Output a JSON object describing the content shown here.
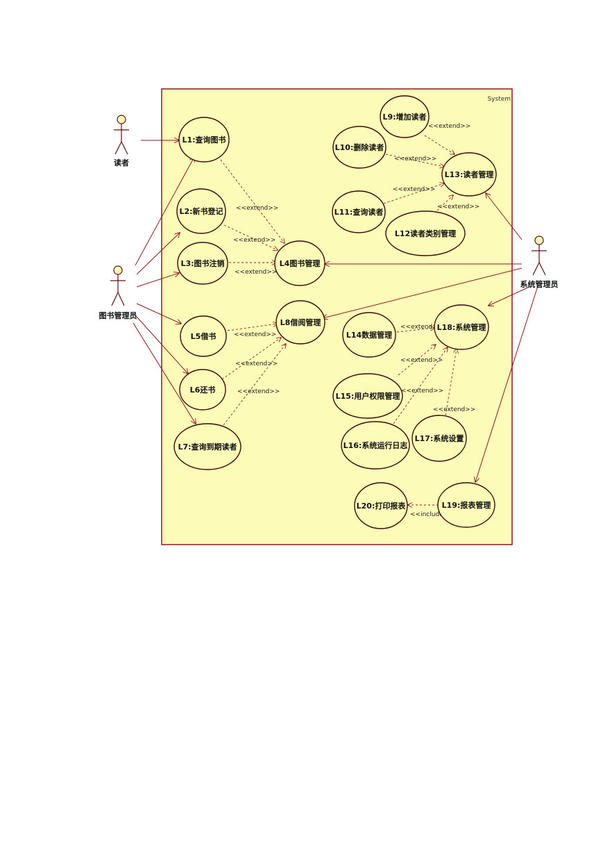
{
  "system": {
    "label": "System"
  },
  "actors": {
    "reader": "读者",
    "librarian": "图书管理员",
    "sysadmin": "系统管理员"
  },
  "usecases": {
    "L1": "L1:查询图书",
    "L2": "L2:新书登记",
    "L3": "L3:图书注销",
    "L4": "L4图书管理",
    "L5": "L5借书",
    "L6": "L6还书",
    "L7": "L7:查询到期读者",
    "L8": "L8借阅管理",
    "L9": "L9:增加读者",
    "L10": "L10:删除读者",
    "L11": "L11:查询读者",
    "L12": "L12读者类别管理",
    "L13": "L13:读者管理",
    "L14": "L14数据管理",
    "L15": "L15:用户权限管理",
    "L16": "L16:系统运行日志",
    "L17": "L17:系统设置",
    "L18": "L18:系统管理",
    "L19": "L19:报表管理",
    "L20": "L20:打印报表"
  },
  "stereotypes": {
    "extend": "<<extend>>",
    "include": "<<include>>"
  },
  "colors": {
    "system_fill": "#fdfbb8",
    "line": "#8a1a1a"
  }
}
